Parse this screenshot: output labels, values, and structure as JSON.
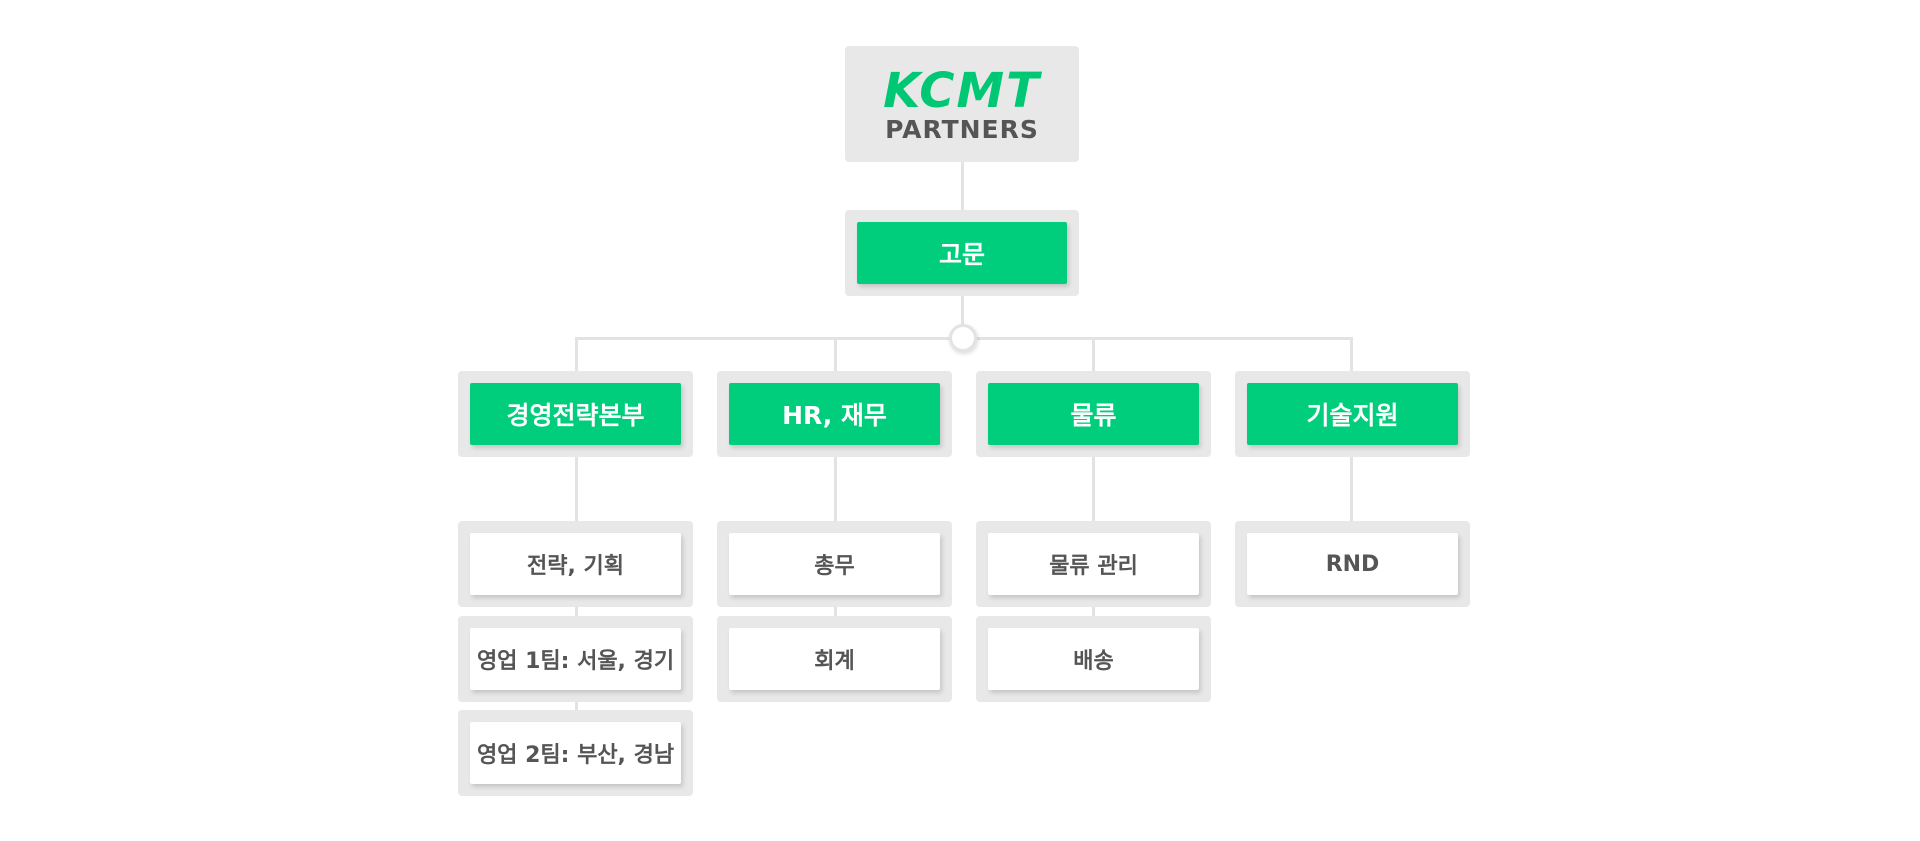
{
  "logo": {
    "brand": "KCMT",
    "sub": "PARTNERS"
  },
  "advisor": "고문",
  "departments": [
    {
      "name": "경영전략본부",
      "teams": [
        "전략, 기획",
        "영업 1팀: 서울, 경기",
        "영업 2팀: 부산, 경남"
      ]
    },
    {
      "name": "HR, 재무",
      "teams": [
        "총무",
        "회계"
      ]
    },
    {
      "name": "물류",
      "teams": [
        "물류 관리",
        "배송"
      ]
    },
    {
      "name": "기술지원",
      "teams": [
        "RND"
      ]
    }
  ],
  "colors": {
    "green": "#00ce7c",
    "frame": "#e8e8e8",
    "line": "#e3e3e3",
    "text_gray": "#555555"
  }
}
